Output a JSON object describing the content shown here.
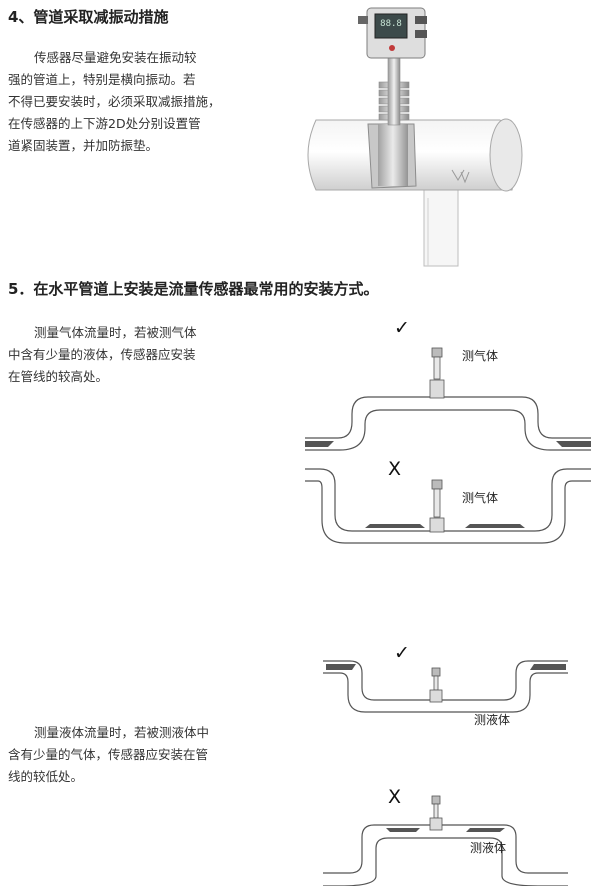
{
  "section4": {
    "heading": "4、管道采取减振动措施",
    "lines": [
      "传感器尽量避免安装在振动较",
      "强的管道上，特别是横向振动。若",
      "不得已要安装时，必须采取减振措施，",
      "在传感器的上下游2D处分别设置管",
      "道紧固装置，并加防振垫。"
    ]
  },
  "section5": {
    "heading": "5．在水平管道上安装是流量传感器最常用的安装方式。",
    "gas_text": [
      "测量气体流量时，若被测气体",
      "中含有少量的液体，传感器应安装",
      "在管线的较高处。"
    ],
    "liquid_text": [
      "测量液体流量时，若被测液体中",
      "含有少量的气体，传感器应安装在管",
      "线的较低处。"
    ],
    "diagrams": {
      "gas_correct": {
        "mark": "✓",
        "label": "测气体"
      },
      "gas_wrong": {
        "mark": "X",
        "label": "测气体"
      },
      "liquid_correct": {
        "mark": "✓",
        "label": "测液体"
      },
      "liquid_wrong": {
        "mark": "X",
        "label": "测液体"
      }
    }
  },
  "device": {
    "display_value": "88.8"
  }
}
